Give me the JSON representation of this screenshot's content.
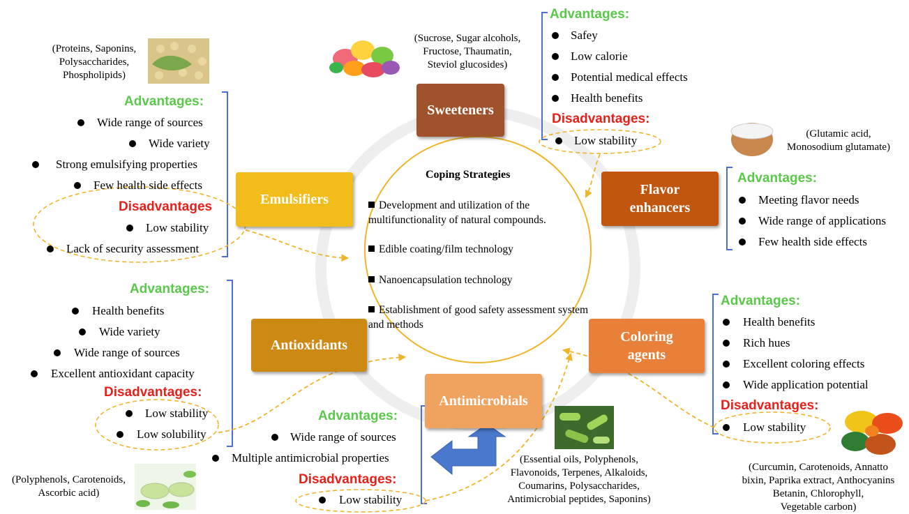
{
  "center": {
    "title": "Coping Strategies",
    "items": [
      "Development and utilization of the multifunctionality of natural compounds.",
      "Edible coating/film technology",
      "Nanoencapsulation technology",
      "Establishment of good safety assessment system and methods"
    ]
  },
  "sweeteners": {
    "label": "Sweeteners",
    "compounds": [
      "(Sucrose, Sugar alcohols,",
      "Fructose, Thaumatin,",
      "Steviol glucosides)"
    ],
    "advantages_label": "Advantages:",
    "advantages": [
      "Safey",
      "Low calorie",
      "Potential medical effects",
      "Health benefits"
    ],
    "disadvantages_label": "Disadvantages:",
    "disadvantages": [
      "Low stability"
    ]
  },
  "flavor": {
    "label_line1": "Flavor",
    "label_line2": "enhancers",
    "compounds": [
      "(Glutamic acid,",
      "Monosodium glutamate)"
    ],
    "advantages_label": "Advantages:",
    "advantages": [
      "Meeting flavor needs",
      "Wide range of applications",
      "Few health side effects"
    ]
  },
  "coloring": {
    "label_line1": "Coloring",
    "label_line2": "agents",
    "compounds": [
      "(Curcumin, Carotenoids, Annatto",
      "bixin, Paprika extract, Anthocyanins",
      "Betanin, Chlorophyll,",
      "Vegetable carbon)"
    ],
    "advantages_label": "Advantages:",
    "advantages": [
      "Health benefits",
      "Rich hues",
      "Excellent coloring effects",
      "Wide application potential"
    ],
    "disadvantages_label": "Disadvantages:",
    "disadvantages": [
      "Low stability"
    ]
  },
  "antimicrobials": {
    "label": "Antimicrobials",
    "compounds": [
      "(Essential oils, Polyphenols,",
      "Flavonoids, Terpenes, Alkaloids,",
      "Coumarins, Polysaccharides,",
      "Antimicrobial peptides, Saponins)"
    ],
    "advantages_label": "Advantages:",
    "advantages": [
      "Wide range of sources",
      "Multiple antimicrobial properties"
    ],
    "disadvantages_label": "Disadvantages:",
    "disadvantages": [
      "Low stability"
    ]
  },
  "antioxidants": {
    "label": "Antioxidants",
    "compounds": [
      "(Polyphenols, Carotenoids,",
      "Ascorbic acid)"
    ],
    "advantages_label": "Advantages:",
    "advantages": [
      "Health benefits",
      "Wide variety",
      "Wide range of sources",
      "Excellent antioxidant capacity"
    ],
    "disadvantages_label": "Disadvantages:",
    "disadvantages": [
      "Low stability",
      "Low solubility"
    ]
  },
  "emulsifiers": {
    "label": "Emulsifiers",
    "compounds": [
      "(Proteins, Saponins,",
      "Polysaccharides,",
      "Phospholipids)"
    ],
    "advantages_label": "Advantages:",
    "advantages": [
      "Wide range of sources",
      "Wide variety",
      "Strong emulsifying properties",
      "Few health side effects"
    ],
    "disadvantages_label": "Disadvantages",
    "disadvantages": [
      "Low stability",
      "Lack of security assessment"
    ]
  },
  "colors": {
    "sweeteners": "#a0522d",
    "flavor": "#c0560f",
    "coloring": "#e8803a",
    "antimicrobials": "#f0a35e",
    "antioxidants": "#cc8a14",
    "emulsifiers": "#f2bd1a",
    "bracket": "#4a6fd8",
    "dash": "#f0b429",
    "arrow": "#4a78cc"
  }
}
